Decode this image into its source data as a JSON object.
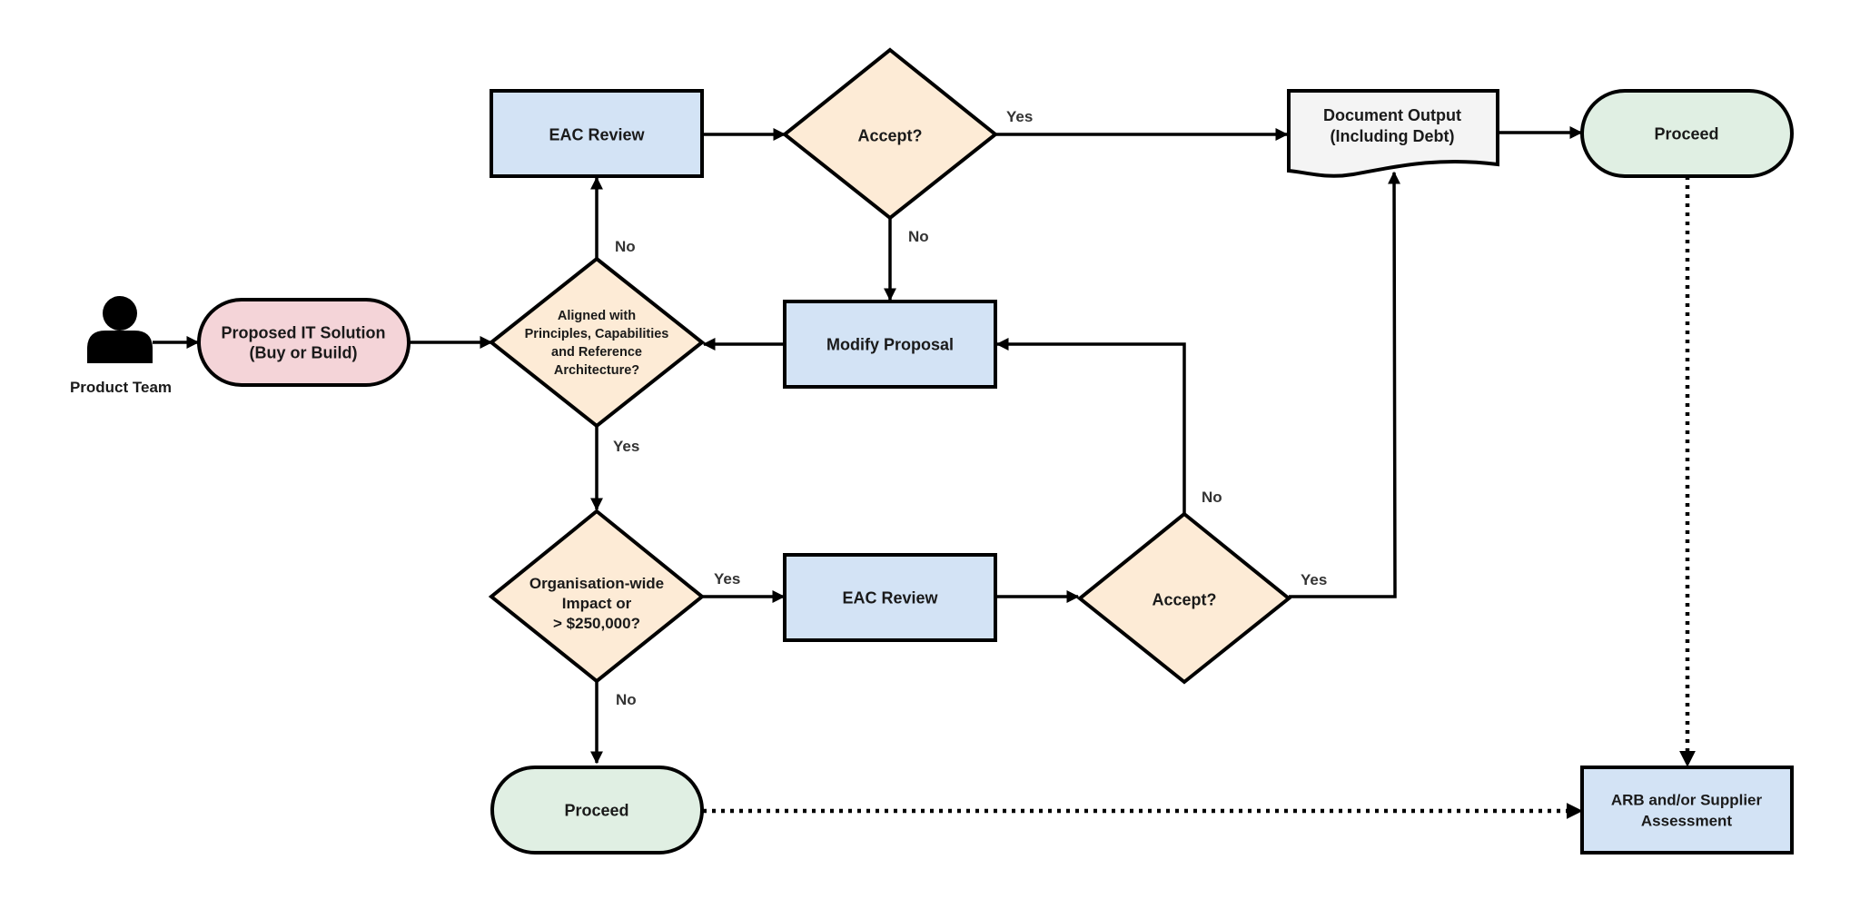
{
  "nodes": {
    "product_team": {
      "label": "Product Team"
    },
    "proposed_solution": {
      "lines": [
        "Proposed IT Solution",
        "(Buy or Build)"
      ]
    },
    "aligned": {
      "lines": [
        "Aligned with",
        "Principles, Capabilities",
        "and Reference",
        "Architecture?"
      ]
    },
    "eac_review_top": {
      "lines": [
        "EAC Review"
      ]
    },
    "accept_top": {
      "lines": [
        "Accept?"
      ]
    },
    "document_output": {
      "lines": [
        "Document Output",
        "(Including Debt)"
      ]
    },
    "proceed_top": {
      "lines": [
        "Proceed"
      ]
    },
    "modify_proposal": {
      "lines": [
        "Modify Proposal"
      ]
    },
    "org_wide": {
      "lines": [
        "Organisation-wide",
        "Impact or",
        "> $250,000?"
      ]
    },
    "eac_review_bottom": {
      "lines": [
        "EAC Review"
      ]
    },
    "accept_bottom": {
      "lines": [
        "Accept?"
      ]
    },
    "proceed_bottom": {
      "lines": [
        "Proceed"
      ]
    },
    "arb": {
      "lines": [
        "ARB and/or Supplier",
        "Assessment"
      ]
    }
  },
  "edge_labels": {
    "aligned_no": "No",
    "aligned_yes": "Yes",
    "accept_top_yes": "Yes",
    "accept_top_no": "No",
    "org_yes": "Yes",
    "org_no": "No",
    "accept_bottom_no": "No",
    "accept_bottom_yes": "Yes"
  },
  "colors": {
    "pink": "#f4d4d8",
    "orange": "#fdebd6",
    "blue": "#d3e3f5",
    "green": "#e0efe3",
    "gray": "#f4f4f4"
  }
}
